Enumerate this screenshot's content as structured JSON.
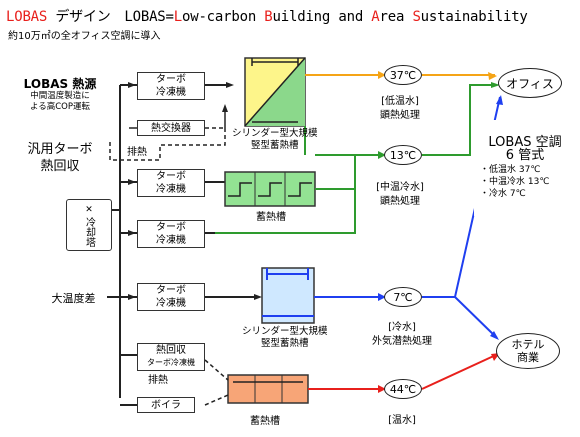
{
  "header": {
    "title_prefix": "LOBAS",
    "title_jp": " デザイン　",
    "title_def_pre": "LOBAS=",
    "title_L": "L",
    "title_ow": "ow-carbon ",
    "title_B": "B",
    "title_uilding": "uilding and ",
    "title_A": "A",
    "title_rea": "rea ",
    "title_S": "S",
    "title_ustain": "ustainability",
    "subtitle": "約10万㎡の全オフィス空調に導入"
  },
  "left": {
    "lobas_heat_title": "LOBAS 熱源",
    "lobas_heat_desc1": "中間温度製造に",
    "lobas_heat_desc2": "よる高COP運転",
    "turbo_recovery1": "汎用ターボ",
    "turbo_recovery2": "熱回収",
    "cooling_tower": "冷却塔",
    "big_temp_diff": "大温度差",
    "exhaust_heat1": "排熱",
    "exhaust_heat2": "排熱"
  },
  "equipment": {
    "turbo1": "ターボ\n冷凍機",
    "heat_exchanger": "熱交換器",
    "turbo2": "ターボ\n冷凍機",
    "turbo3": "ターボ\n冷凍機",
    "turbo4": "ターボ\n冷凍機",
    "heat_recovery_turbo1": "熱回収",
    "heat_recovery_turbo2": "ターボ冷凍機",
    "boiler": "ボイラ"
  },
  "tanks": {
    "tank1_l1": "シリンダー型大規模",
    "tank1_l2": "竪型蓄熱槽",
    "tank2": "蓄熱槽",
    "tank3_l1": "シリンダー型大規模",
    "tank3_l2": "竪型蓄熱槽",
    "tank4": "蓄熱槽"
  },
  "temps": {
    "t37": "37℃",
    "t13": "13℃",
    "t7": "7℃",
    "t44": "44℃"
  },
  "water_labels": {
    "low_warm1": "[低温水]",
    "low_warm2": "顕熱処理",
    "mid_cold1": "[中温冷水]",
    "mid_cold2": "顕熱処理",
    "cold1": "[冷水]",
    "cold2": "外気潜熱処理",
    "hot": "[温水]"
  },
  "right": {
    "office": "オフィス",
    "lobas_ac_title": "LOBAS 空調",
    "lobas_ac_sub": "6 管式",
    "ac_item1": "・低温水 37℃",
    "ac_item2": "・中温冷水 13℃",
    "ac_item3": "・冷水 7℃",
    "hotel1": "ホテル",
    "hotel2": "商業"
  },
  "colors": {
    "orange": "#f5a416",
    "green": "#2e9b2e",
    "blue": "#1f3ff0",
    "red": "#e8201c",
    "gray": "#c9c9c9"
  }
}
